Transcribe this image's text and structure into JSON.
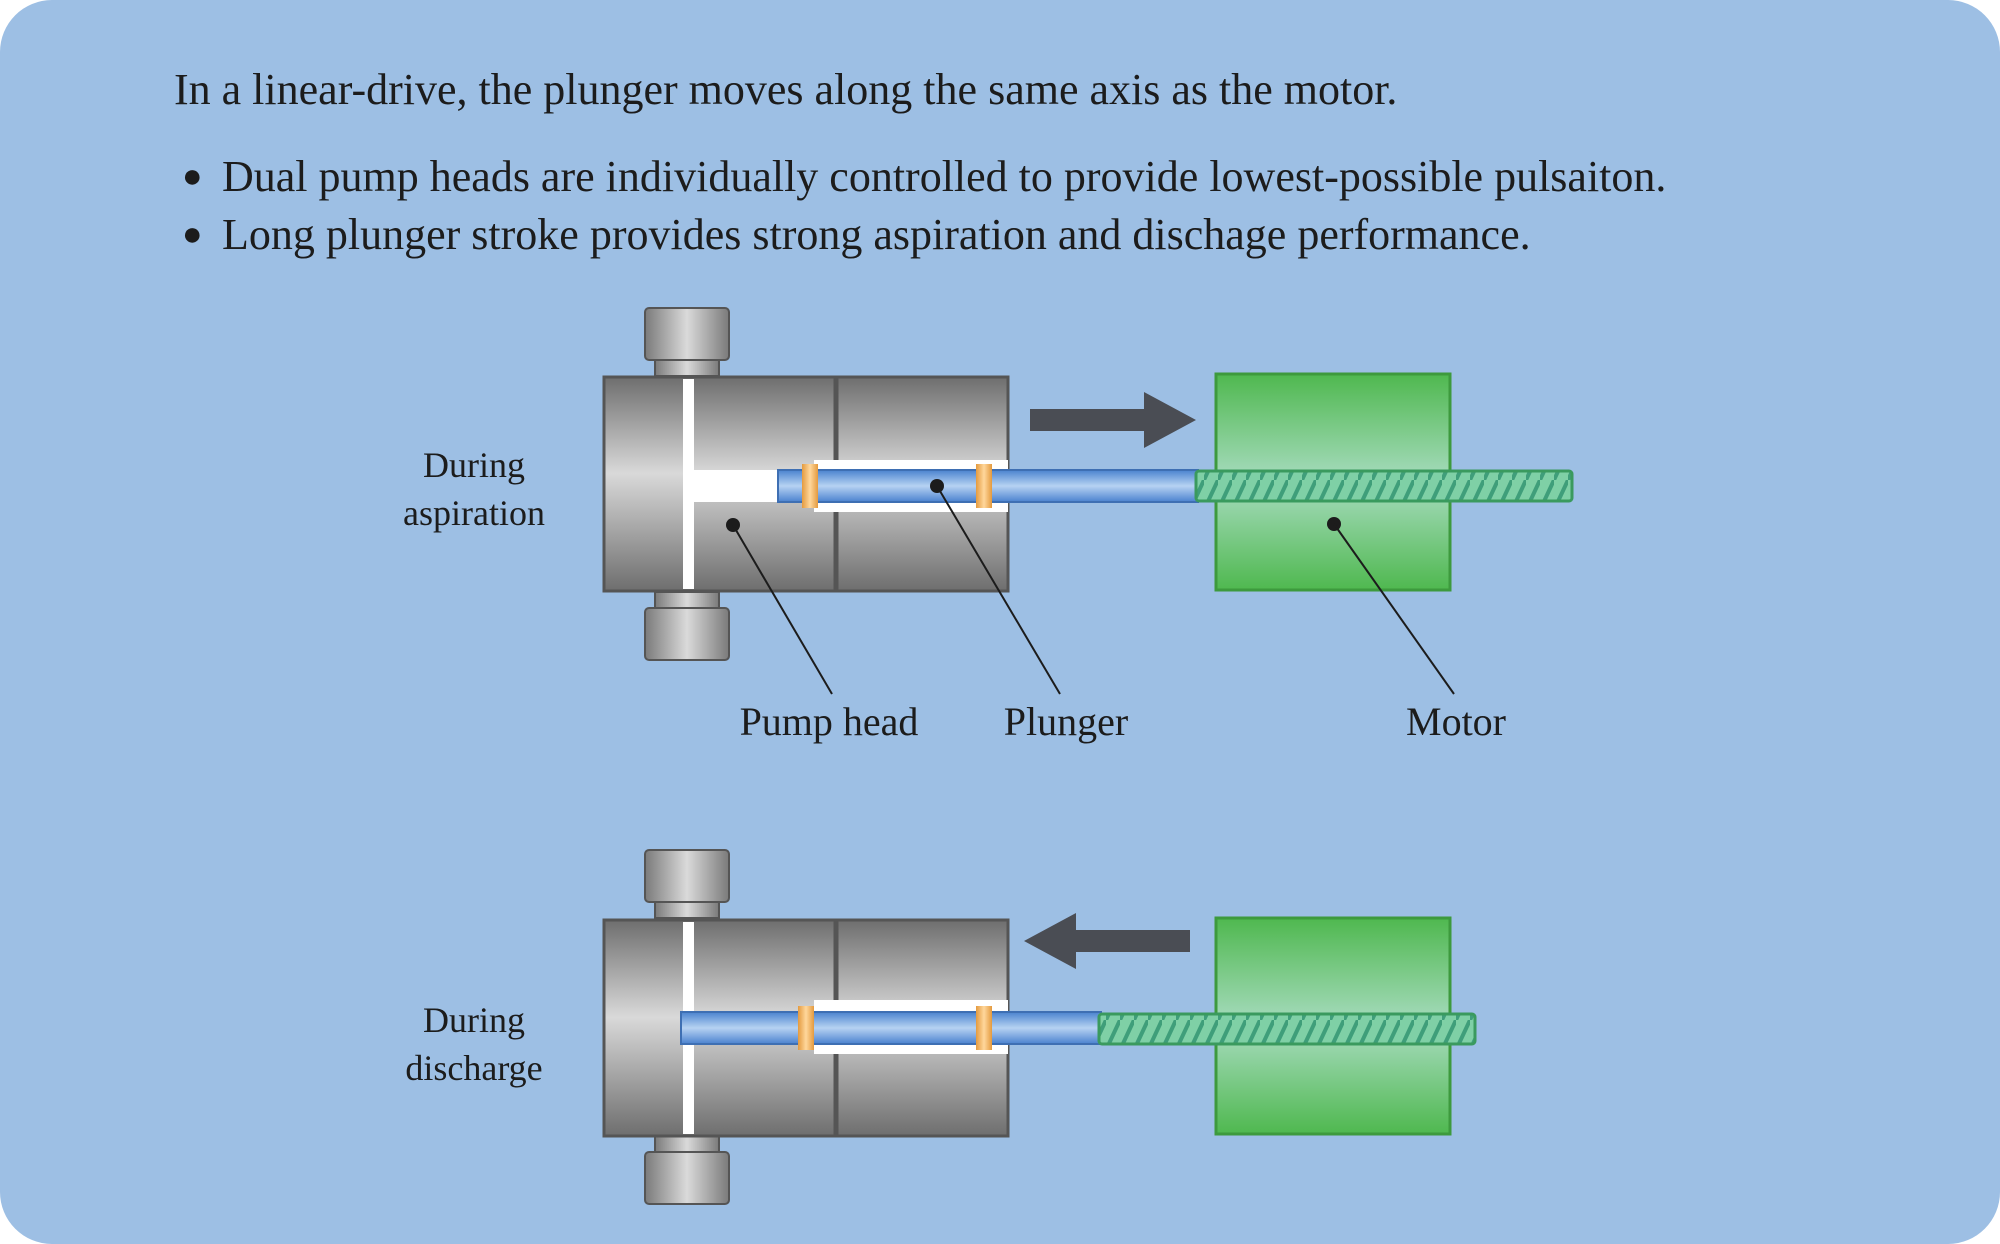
{
  "text": {
    "intro": "In a linear-drive, the plunger moves along the same axis as the motor.",
    "bullets": [
      "Dual pump heads are individually controlled to provide lowest-possible pulsaiton.",
      "Long plunger stroke provides strong aspiration and dischage performance."
    ],
    "bullet_symbol": "●"
  },
  "diagram": {
    "aspiration": {
      "label_line1": "During",
      "label_line2": "aspiration",
      "arrow_direction": "right",
      "callouts": [
        "Pump head",
        "Plunger",
        "Motor"
      ]
    },
    "discharge": {
      "label_line1": "During",
      "label_line2": "discharge",
      "arrow_direction": "left"
    }
  },
  "colors": {
    "background": "#9dbfe4",
    "pump_body": "#8a8a8a",
    "plunger": "#5b8fd6",
    "seal": "#f2b35a",
    "motor": "#4fb84f",
    "screw": "#6fcf8f",
    "arrow": "#4a4d54"
  }
}
